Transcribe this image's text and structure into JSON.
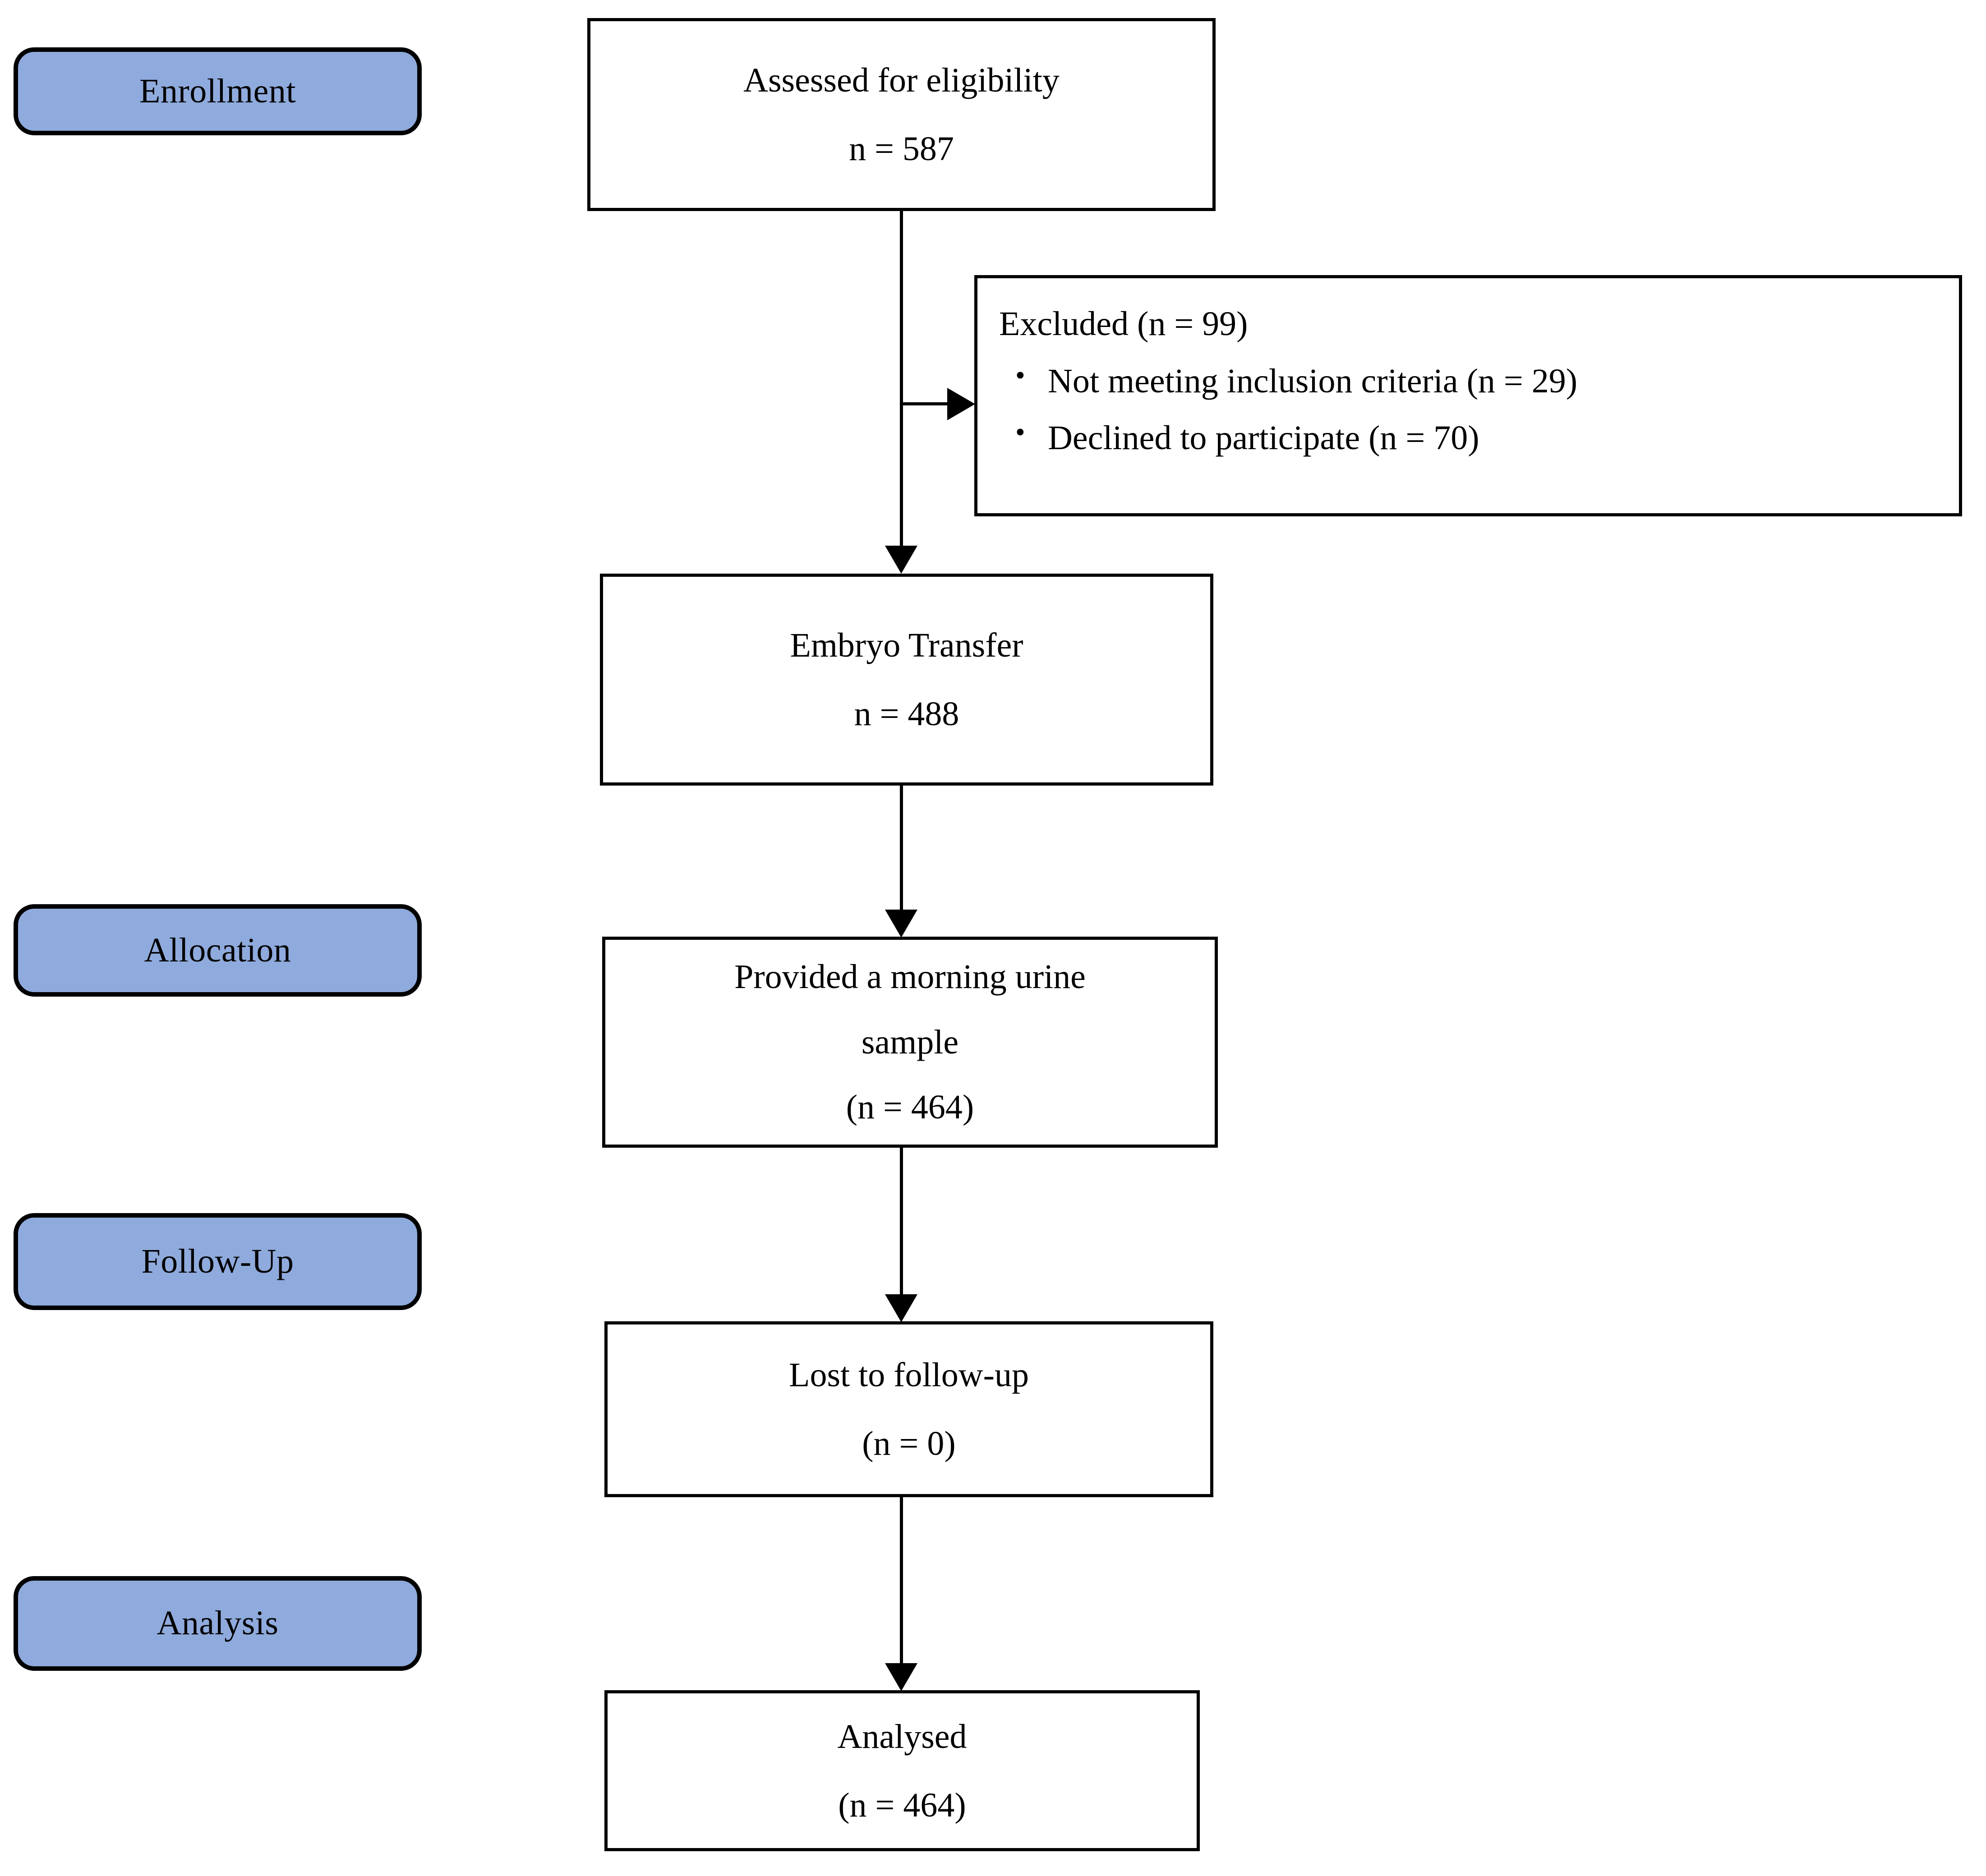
{
  "diagram": {
    "title": "CONSORT participant flow diagram",
    "accent_color": "#8FAADC",
    "line_color": "#000000",
    "background_color": "#FFFFFF"
  },
  "stages": [
    {
      "id": "enrollment",
      "label": "Enrollment"
    },
    {
      "id": "allocation",
      "label": "Allocation"
    },
    {
      "id": "follow_up",
      "label": "Follow-Up"
    },
    {
      "id": "analysis",
      "label": "Analysis"
    }
  ],
  "boxes": {
    "assessed": {
      "line1": "Assessed for eligibility",
      "line2": "n = 587"
    },
    "excluded": {
      "title": "Excluded (n = 99)",
      "bullet_glyph": "•",
      "items": [
        "Not meeting inclusion criteria (n = 29)",
        "Declined to participate (n = 70)"
      ]
    },
    "embryo_transfer": {
      "line1": "Embryo Transfer",
      "line2": "n = 488"
    },
    "urine_sample": {
      "line1": "Provided a morning urine",
      "line2": "sample",
      "line3": "(n = 464)"
    },
    "lost_follow_up": {
      "line1": "Lost to follow-up",
      "line2": "(n = 0)"
    },
    "analysed": {
      "line1": "Analysed",
      "line2": "(n = 464)"
    }
  },
  "chart_data": {
    "type": "table",
    "title": "CONSORT participant flow",
    "nodes": [
      {
        "stage": "Enrollment",
        "label": "Assessed for eligibility",
        "n": 587
      },
      {
        "stage": "Enrollment",
        "label": "Excluded",
        "n": 99
      },
      {
        "stage": "Enrollment",
        "label": "Not meeting inclusion criteria",
        "n": 29
      },
      {
        "stage": "Enrollment",
        "label": "Declined to participate",
        "n": 70
      },
      {
        "stage": "Enrollment",
        "label": "Embryo Transfer",
        "n": 488
      },
      {
        "stage": "Allocation",
        "label": "Provided a morning urine sample",
        "n": 464
      },
      {
        "stage": "Follow-Up",
        "label": "Lost to follow-up",
        "n": 0
      },
      {
        "stage": "Analysis",
        "label": "Analysed",
        "n": 464
      }
    ]
  }
}
